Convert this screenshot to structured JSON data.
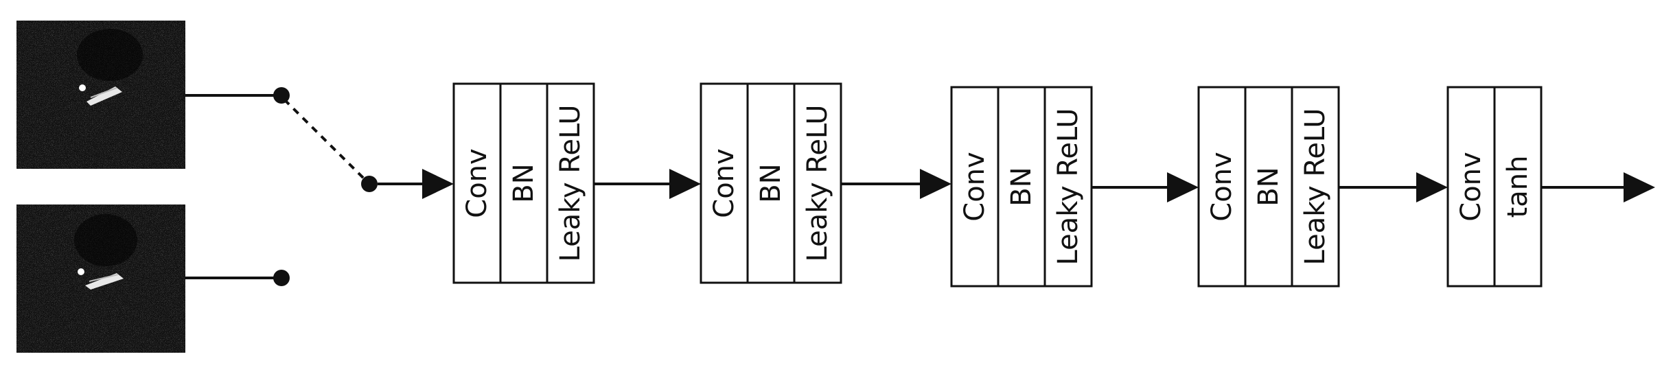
{
  "input_images": [
    {
      "name": "sar-image-top"
    },
    {
      "name": "sar-image-bottom"
    }
  ],
  "switch": {
    "style": "dashed-toggle"
  },
  "blocks": [
    {
      "layers": [
        "Conv",
        "BN",
        "Leaky ReLU"
      ]
    },
    {
      "layers": [
        "Conv",
        "BN",
        "Leaky ReLU"
      ]
    },
    {
      "layers": [
        "Conv",
        "BN",
        "Leaky ReLU"
      ]
    },
    {
      "layers": [
        "Conv",
        "BN",
        "Leaky ReLU"
      ]
    },
    {
      "layers": [
        "Conv",
        "tanh"
      ]
    }
  ],
  "colors": {
    "stroke": "#111111",
    "background": "#ffffff",
    "image_bg": "#101010"
  }
}
